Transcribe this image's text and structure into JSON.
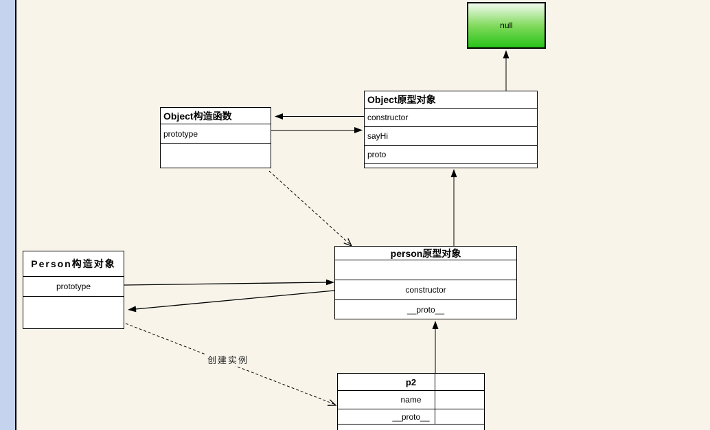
{
  "colors": {
    "background": "#f8f4ea",
    "panel_strip": "#c5d3ee",
    "table_bg": "#ffffff",
    "border": "#000000",
    "text": "#000000",
    "null_top": "#f1fbef",
    "null_mid": "#7fd95a",
    "null_bottom": "#28c31a"
  },
  "diagram": {
    "null_box": {
      "label": "null"
    },
    "object_prototype": {
      "title": "Object原型对象",
      "rows": [
        "constructor",
        "sayHi",
        "proto"
      ]
    },
    "object_constructor": {
      "title": "Object构造函数",
      "rows": [
        "prototype"
      ]
    },
    "person_prototype": {
      "title": "person原型对象",
      "rows": [
        "",
        "constructor",
        "__proto__"
      ]
    },
    "person_constructor": {
      "title": "Person构造对象",
      "rows": [
        "prototype"
      ]
    },
    "p2": {
      "title": "p2",
      "rows": [
        "name",
        "__proto__"
      ]
    },
    "edge_labels": {
      "create_instance": "创建实例"
    }
  }
}
